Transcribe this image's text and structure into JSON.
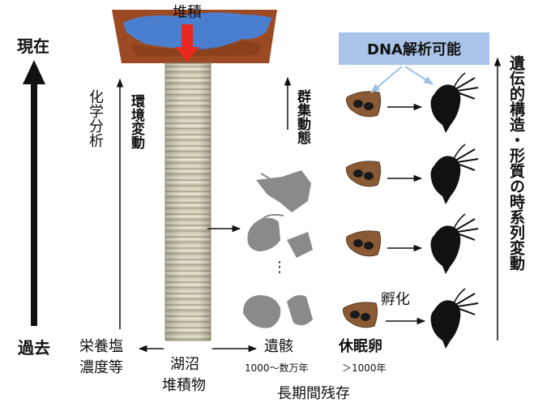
{
  "labels": {
    "deposition": "堆積",
    "present": "現在",
    "past": "過去",
    "chemical_analysis": "化学分析",
    "environmental_change": "環境変動",
    "community_dynamics": "群集動態",
    "dna_analysis": "DNA解析可能",
    "time_series_change": "遺伝的構造・形質の時系列変動",
    "hatching": "孵化",
    "nutrients_line1": "栄養塩",
    "nutrients_line2": "濃度等",
    "sediment_line1": "湖沼",
    "sediment_line2": "堆積物",
    "remains": "遺骸",
    "remains_age": "1000〜数万年",
    "resting_eggs": "休眠卵",
    "eggs_age": "＞1000年",
    "long_term_survival": "長期間残存",
    "ellipsis": "⋮"
  },
  "colors": {
    "lake_water": "#4a7fd0",
    "lake_bed": "#9c4a23",
    "deposition_arrow": "#e8271e",
    "dna_box": "#a9c4e8",
    "dna_arrow": "#9cc0e8",
    "egg": "#8a5a34",
    "daphnia": "#111111",
    "remains": "#8a8a8a"
  }
}
